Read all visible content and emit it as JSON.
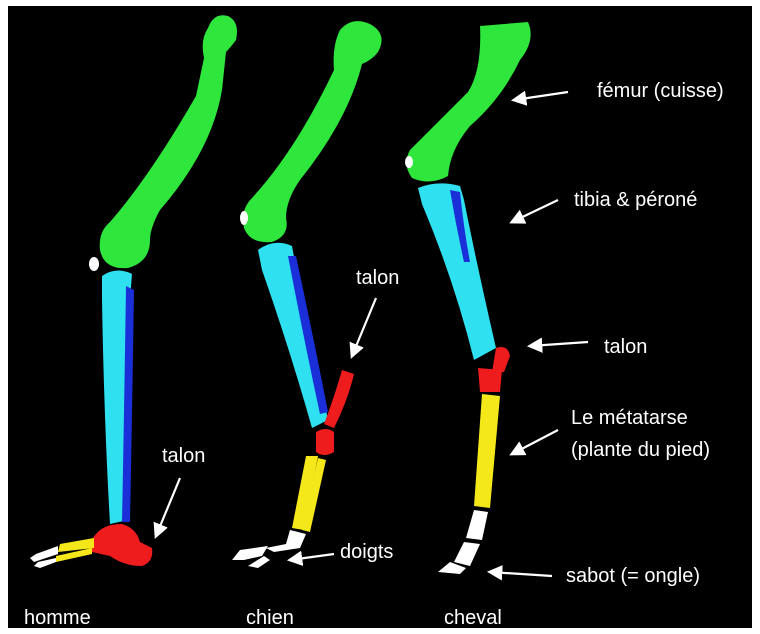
{
  "colors": {
    "background": "#000000",
    "femur": "#2ee63c",
    "tibia": "#2ee0f0",
    "fibula": "#1a2fd8",
    "heel": "#ee1c1c",
    "metatarsal": "#f4e81a",
    "digits": "#ffffff",
    "text": "#ffffff"
  },
  "animals": {
    "human": "homme",
    "dog": "chien",
    "horse": "cheval"
  },
  "labels": {
    "femur": "fémur (cuisse)",
    "tibia": "tibia & péroné",
    "heel_horse": "talon",
    "heel_dog": "talon",
    "heel_human": "talon",
    "metatarsal_line1": "Le métatarse",
    "metatarsal_line2": "(plante du pied)",
    "digits": "doigts",
    "hoof": "sabot (= ongle)"
  }
}
